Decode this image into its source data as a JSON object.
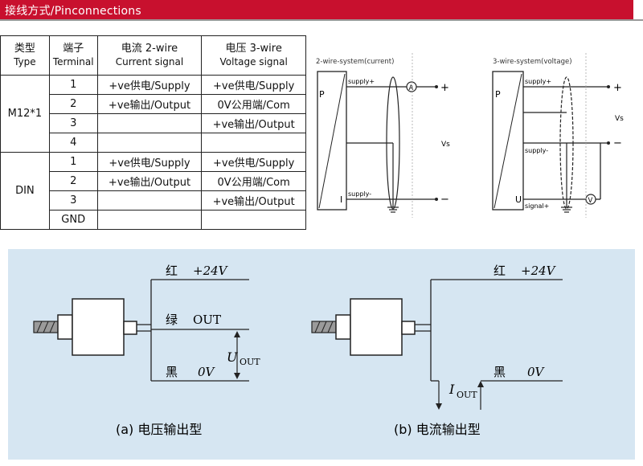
{
  "banner": {
    "title": "接线方式/Pinconnections",
    "color": "#c8102e"
  },
  "table": {
    "headers": [
      {
        "cn": "类型",
        "en": "Type"
      },
      {
        "cn": "端子",
        "en": "Terminal"
      },
      {
        "cn": "电流 2-wire",
        "en": "Current signal"
      },
      {
        "cn": "电压 3-wire",
        "en": "Voltage signal"
      }
    ],
    "groups": [
      {
        "type": "M12*1",
        "rows": [
          {
            "terminal": "1",
            "current": "+ve供电/Supply",
            "voltage": "+ve供电/Supply"
          },
          {
            "terminal": "2",
            "current": "+ve输出/Output",
            "voltage": "0V公用端/Com"
          },
          {
            "terminal": "3",
            "current": "",
            "voltage": "+ve输出/Output"
          },
          {
            "terminal": "4",
            "current": "",
            "voltage": ""
          }
        ]
      },
      {
        "type": "DIN",
        "rows": [
          {
            "terminal": "1",
            "current": "+ve供电/Supply",
            "voltage": "+ve供电/Supply"
          },
          {
            "terminal": "2",
            "current": "+ve输出/Output",
            "voltage": "0V公用端/Com"
          },
          {
            "terminal": "3",
            "current": "",
            "voltage": "+ve输出/Output"
          },
          {
            "terminal": "GND",
            "current": "",
            "voltage": ""
          }
        ]
      }
    ]
  },
  "diagram_2wire": {
    "title": "2-wire-system(current)",
    "p_label": "P",
    "i_label": "I",
    "supply_plus": "supply+",
    "supply_minus": "supply-",
    "meter": "A",
    "plus": "+",
    "minus": "−",
    "vs": "Vs"
  },
  "diagram_3wire": {
    "title": "3-wire-system(voltage)",
    "p_label": "P",
    "u_label": "U",
    "supply_plus": "supply+",
    "supply_minus": "supply-",
    "signal_plus": "signal+",
    "meter": "V",
    "plus": "+",
    "minus": "−",
    "vs": "Vs"
  },
  "lower_panel": {
    "background": "#d6e6f2",
    "voltage": {
      "red": "红",
      "red_value": "+24V",
      "green": "绿",
      "green_value": "OUT",
      "black": "黑",
      "black_value": "0V",
      "u_symbol": "U",
      "u_sub": "OUT",
      "caption": "(a) 电压输出型"
    },
    "current": {
      "red": "红",
      "red_value": "+24V",
      "black": "黑",
      "black_value": "0V",
      "i_symbol": "I",
      "i_sub": "OUT",
      "caption": "(b) 电流输出型"
    }
  }
}
